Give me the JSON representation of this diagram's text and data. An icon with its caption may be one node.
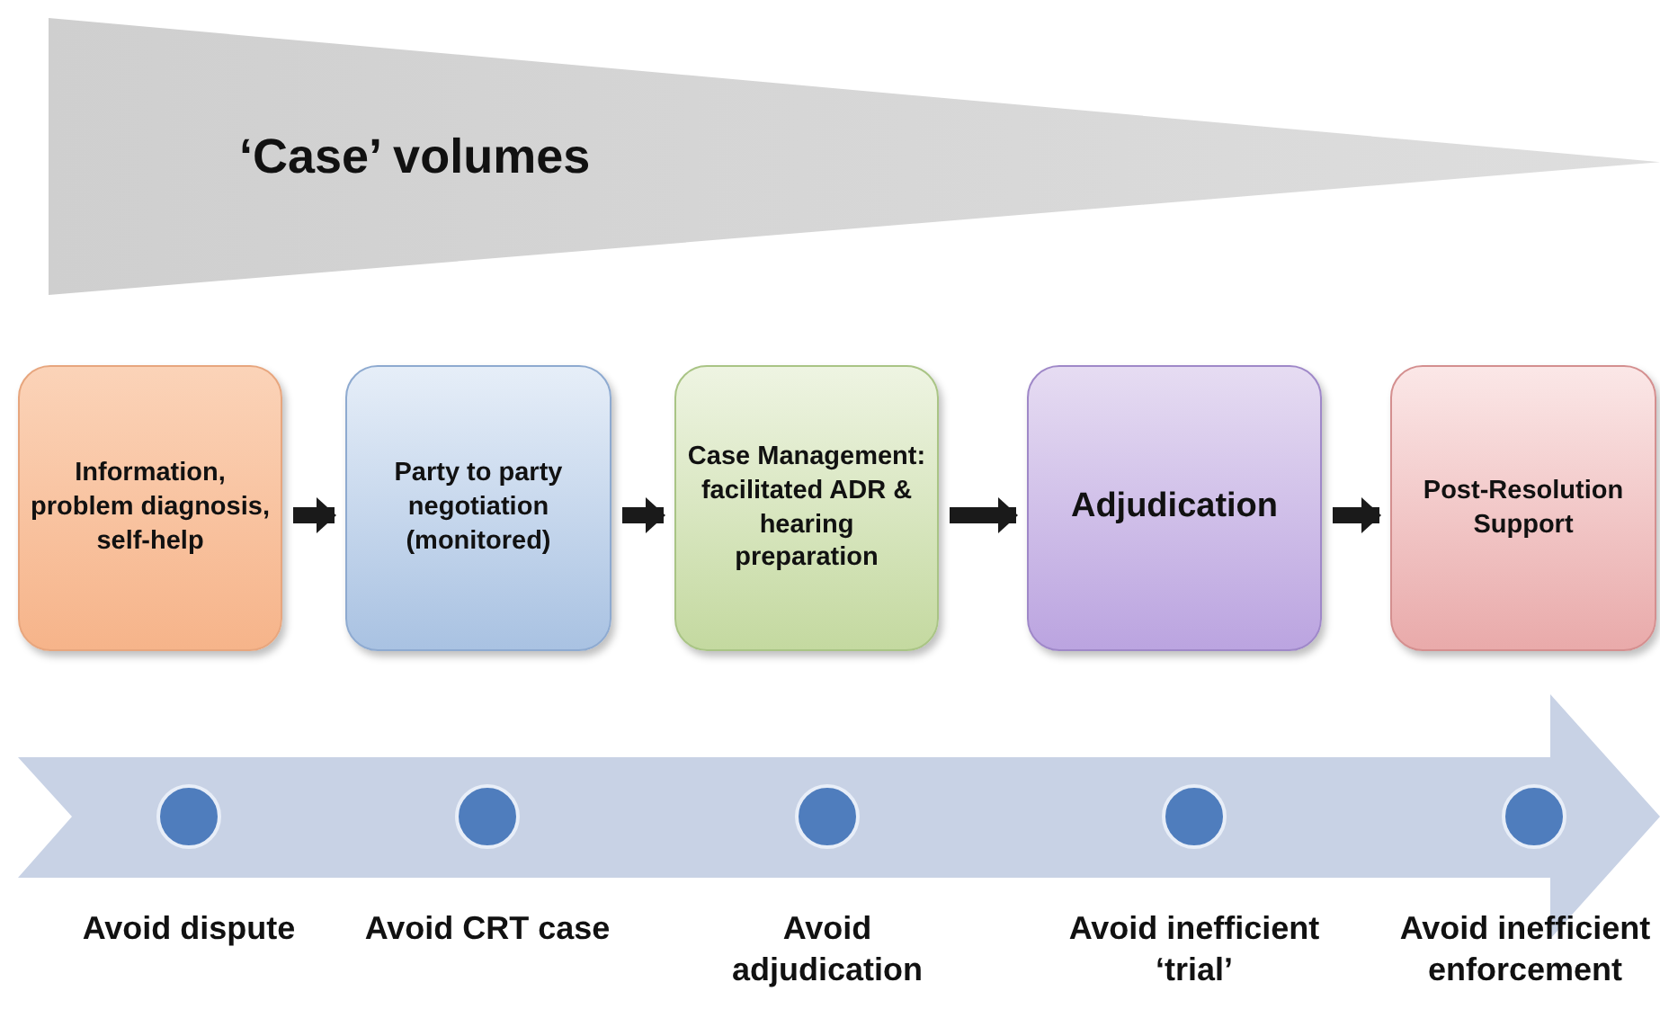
{
  "diagram": {
    "nodes": [
      {
        "text": [
          "‘Case’ volumes"
        ]
      },
      {
        "text": [
          "Information, problem diagnosis, self-help"
        ]
      },
      {
        "text": [
          "Party to party negotiation (monitored)"
        ]
      },
      {
        "text": [
          "Case Management: facilitated ADR & hearing preparation"
        ]
      },
      {
        "text": [
          "Adjudication"
        ]
      },
      {
        "text": [
          "Post-Resolution Support"
        ]
      }
    ],
    "edges": [
      {
        "from": 1,
        "to": 2,
        "arrow": "to"
      },
      {
        "from": 2,
        "to": 3,
        "arrow": "to"
      },
      {
        "from": 3,
        "to": 4,
        "arrow": "to"
      },
      {
        "from": 4,
        "to": 5,
        "arrow": "to"
      }
    ],
    "labels": [
      "Avoid dispute",
      "Avoid CRT case",
      "Avoid adjudication",
      "Avoid inefficient ‘trial’",
      "Avoid inefficient enforcement"
    ]
  }
}
